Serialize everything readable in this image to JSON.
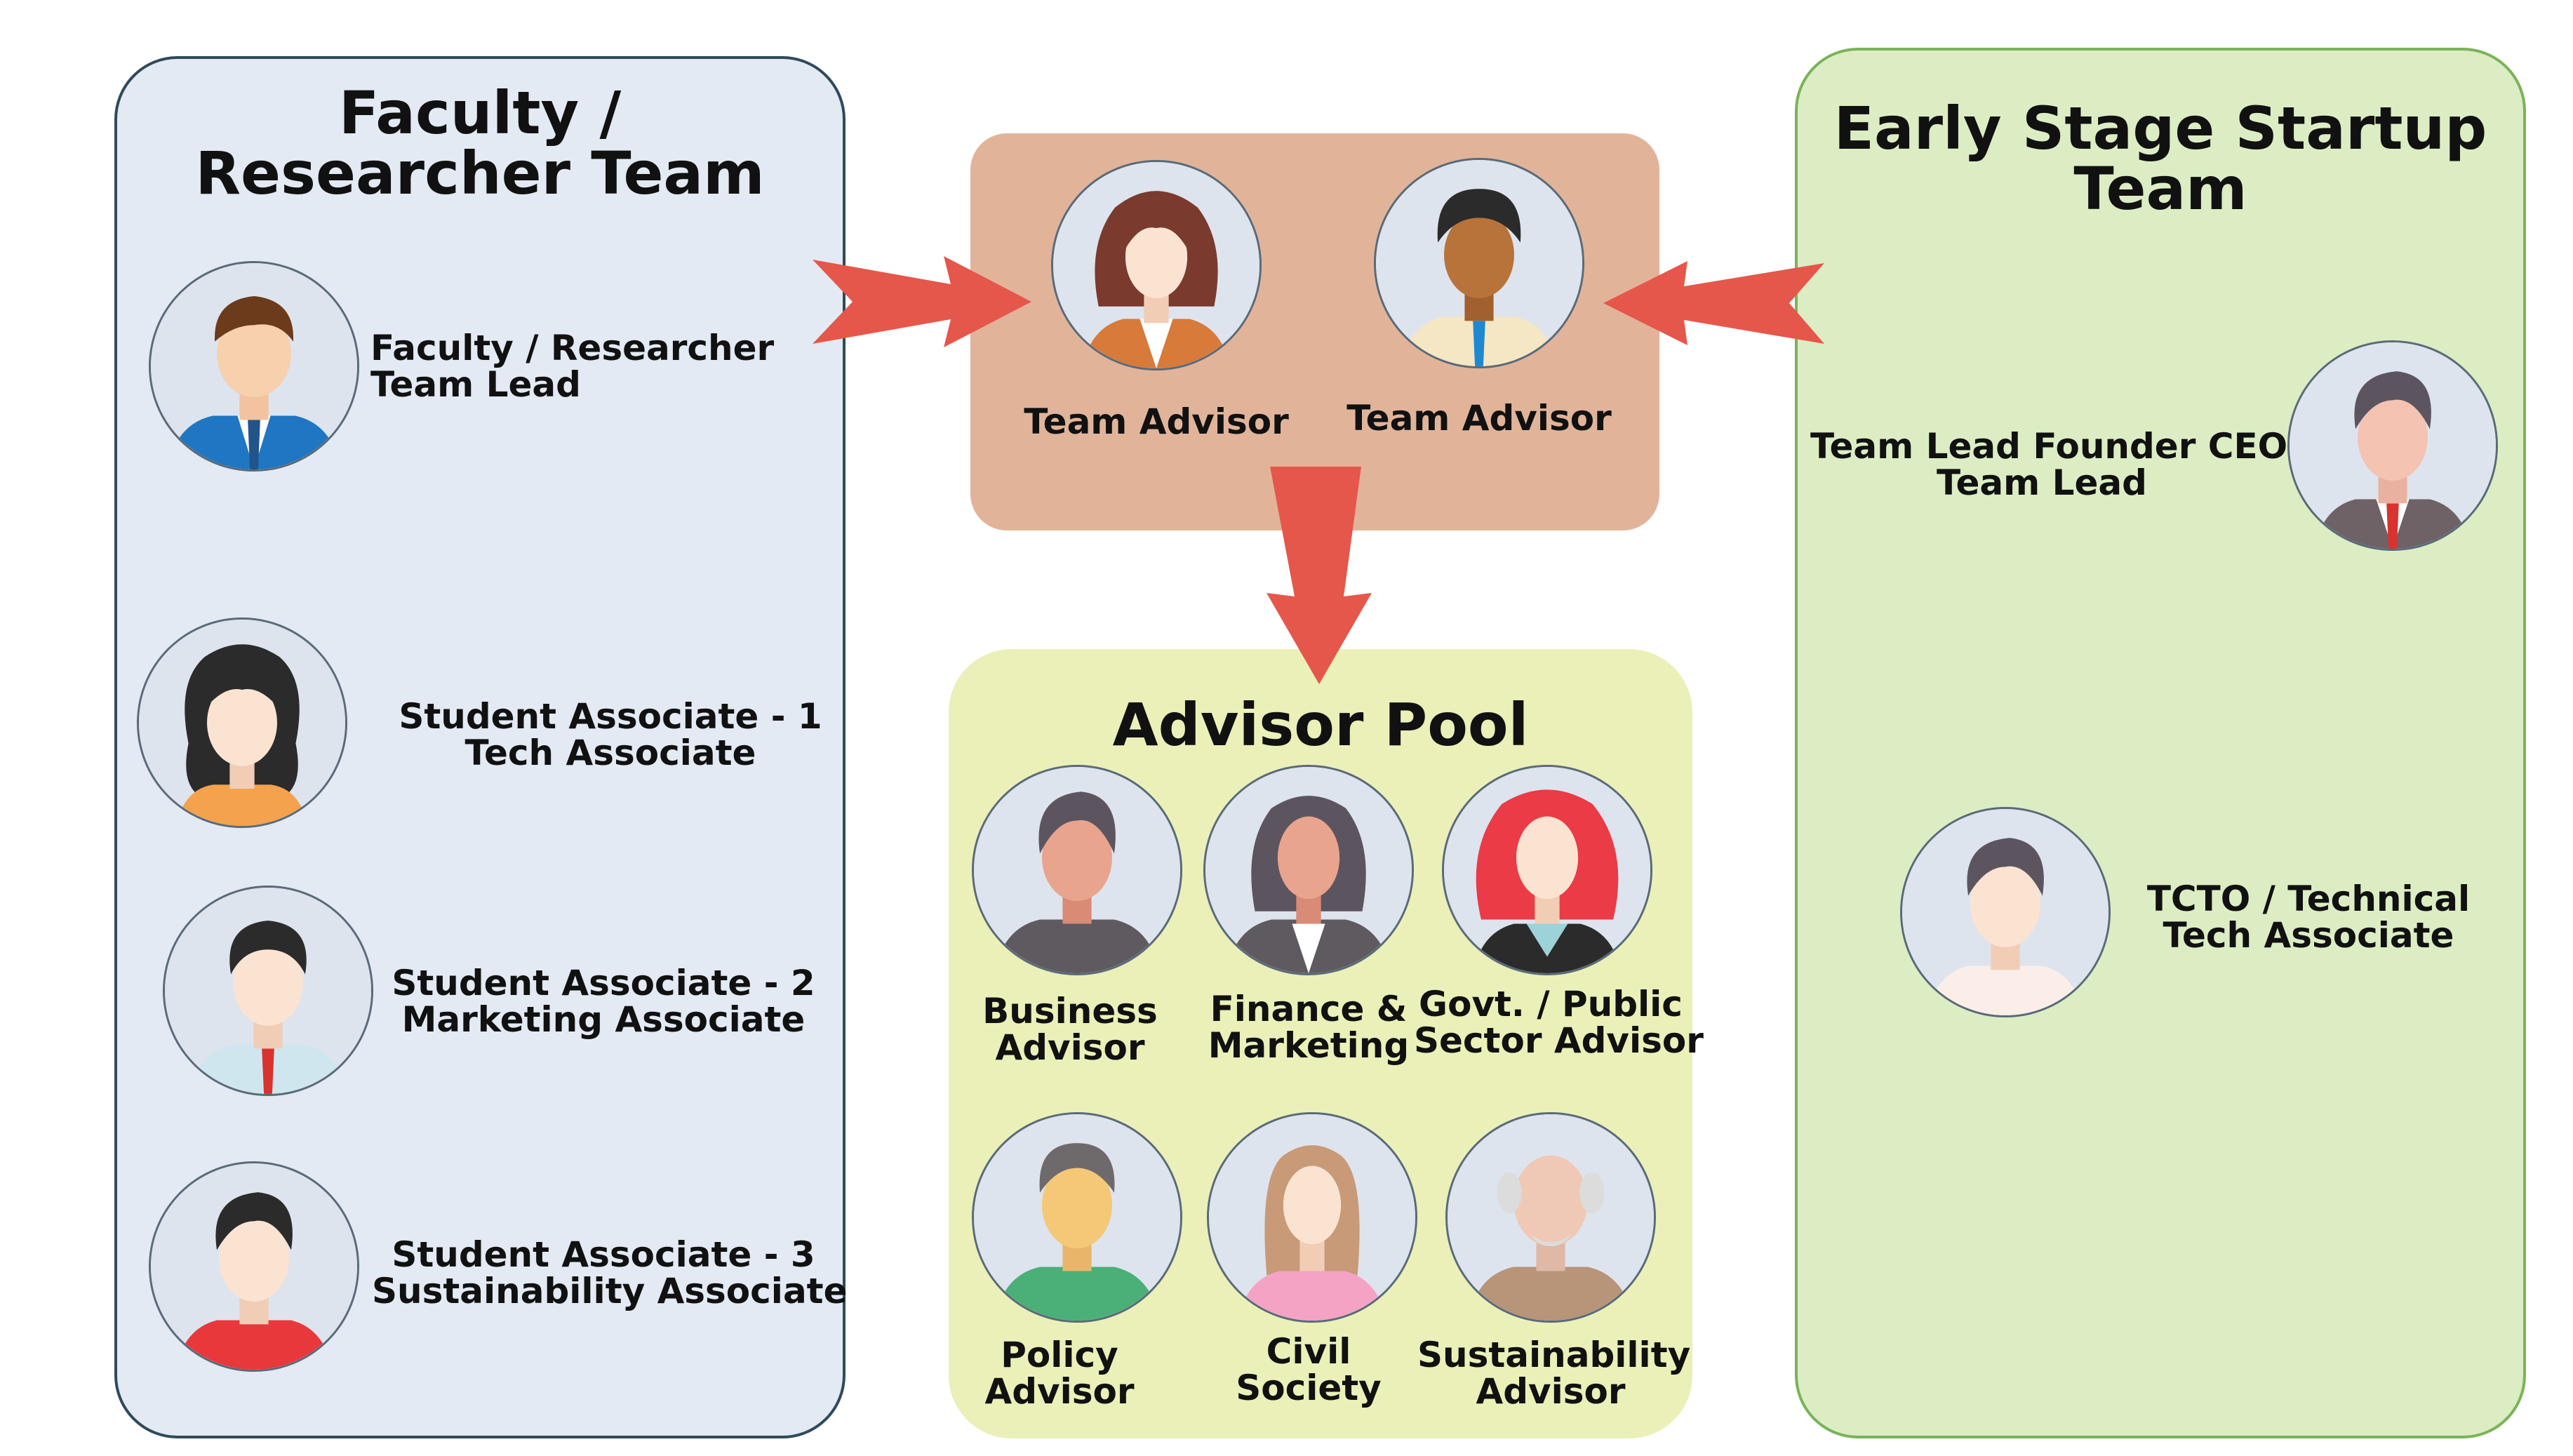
{
  "faculty_team": {
    "title_line1": "Faculty /",
    "title_line2": "Researcher Team",
    "members": [
      {
        "line1": "Faculty / Researcher",
        "line2": "Team Lead"
      },
      {
        "line1": "Student Associate - 1",
        "line2": "Tech Associate"
      },
      {
        "line1": "Student Associate - 2",
        "line2": "Marketing Associate"
      },
      {
        "line1": "Student Associate - 3",
        "line2": "Sustainability Associate"
      }
    ]
  },
  "team_advisors": {
    "advisors": [
      {
        "label": "Team Advisor"
      },
      {
        "label": "Team Advisor"
      }
    ]
  },
  "advisor_pool": {
    "title": "Advisor Pool",
    "advisors": [
      {
        "line1": "Business",
        "line2": "Advisor"
      },
      {
        "line1": "Finance &",
        "line2": "Marketing"
      },
      {
        "line1": "Govt. / Public",
        "line2": "Sector Advisor"
      },
      {
        "line1": "Policy",
        "line2": "Advisor"
      },
      {
        "line1": "Civil",
        "line2": "Society"
      },
      {
        "line1": "Sustainability",
        "line2": "Advisor"
      }
    ]
  },
  "startup_team": {
    "title_line1": "Early Stage Startup",
    "title_line2": "Team",
    "members": [
      {
        "line1": "Team Lead Founder CEO",
        "line2": "Team Lead"
      },
      {
        "line1": "TCTO / Technical",
        "line2": "Tech Associate"
      }
    ]
  },
  "colors": {
    "faculty_panel": "#e3eaf3",
    "startup_panel": "#dcedc4",
    "advisor_box": "#e1b49a",
    "pool_panel": "#eaf0b8",
    "arrow": "#e5574a"
  }
}
